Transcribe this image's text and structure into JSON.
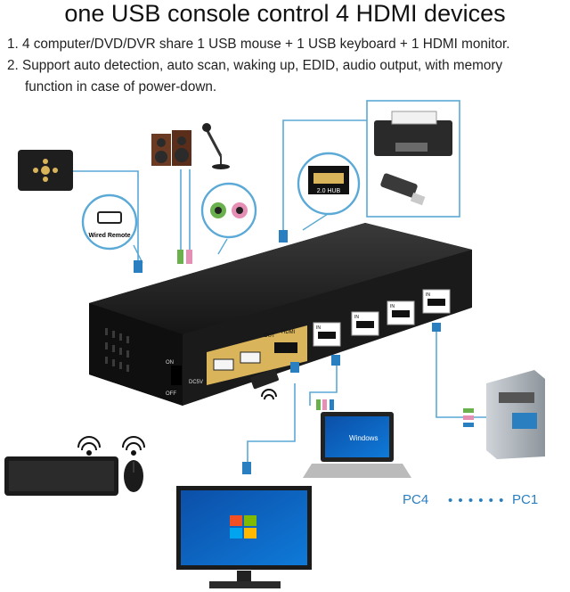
{
  "header": {
    "title": "one USB console control 4 HDMI devices"
  },
  "features": [
    {
      "number": "1.",
      "text": "4 computer/DVD/DVR share 1 USB mouse + 1 USB keyboard + 1 HDMI monitor."
    },
    {
      "number": "2.",
      "text": "Support auto detection, auto scan, waking up, EDID, audio output, with memory",
      "continuation": "function in case of power-down."
    }
  ],
  "callouts": {
    "wired_remote": "Wired Remote",
    "usb_hub": "2.0 HUB"
  },
  "device_panel": {
    "ports_in": [
      "IN",
      "IN",
      "IN",
      "IN"
    ],
    "out_label": "OUT",
    "hdmi_label": "HDMI",
    "power_off": "OFF",
    "power_on": "ON",
    "dc_label": "DC5V"
  },
  "computers": {
    "laptop_label": "PC4",
    "tower_label": "PC1",
    "laptop_os": "Windows"
  },
  "colors": {
    "cable": "#5aa9d6",
    "body": "#1c1c1c",
    "gold": "#d9b45a",
    "label_blue": "#2a7fc0"
  }
}
